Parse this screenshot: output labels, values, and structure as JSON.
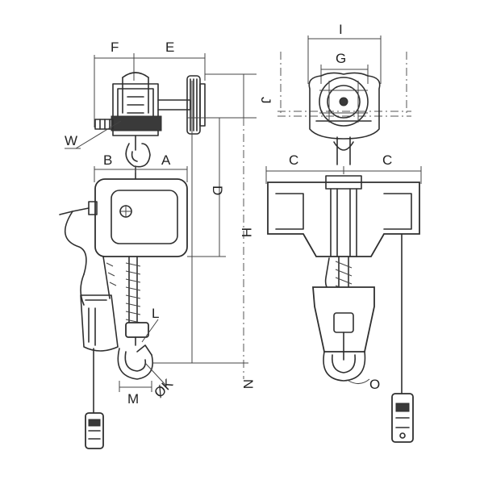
{
  "labels": {
    "F": "F",
    "E": "E",
    "W": "W",
    "B": "B",
    "A": "A",
    "J": "J",
    "D": "D",
    "H": "H",
    "N": "N",
    "L": "L",
    "M": "M",
    "K": "ØK",
    "I": "I",
    "G": "G",
    "C_left": "C",
    "C_right": "C",
    "O": "O"
  },
  "colors": {
    "ink": "#2f2f2f",
    "background": "#ffffff"
  }
}
